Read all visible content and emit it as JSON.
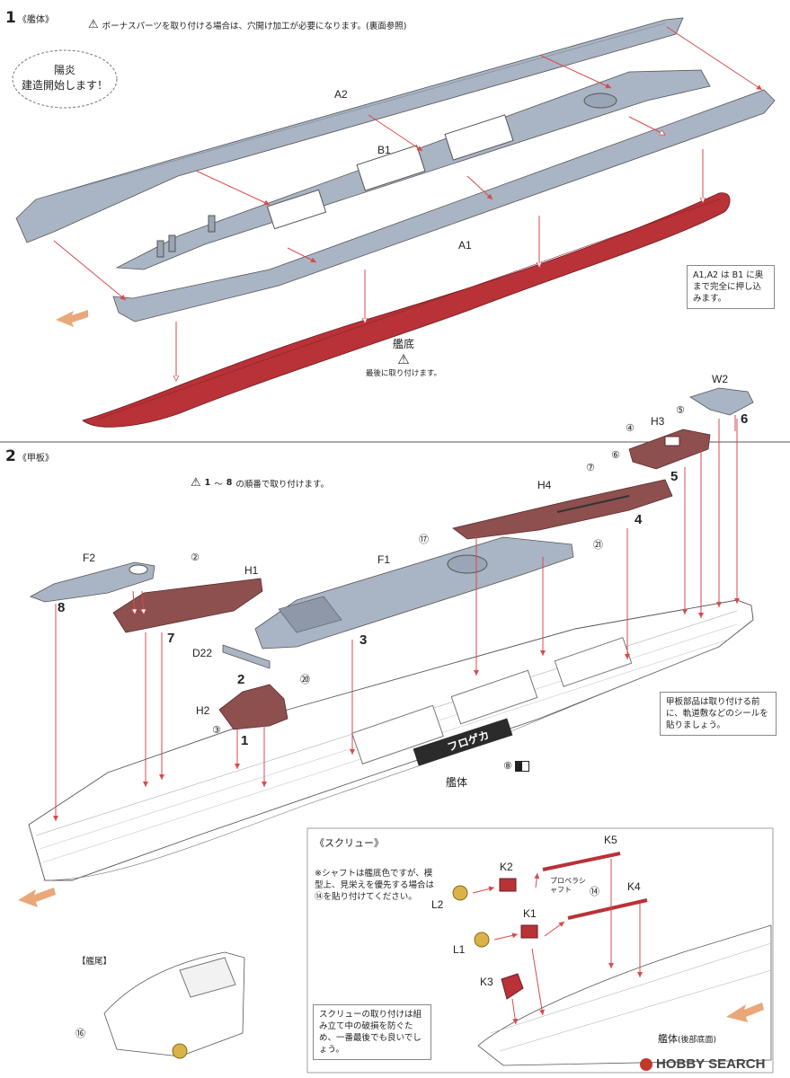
{
  "section1": {
    "number": "1",
    "title": "《艦体》",
    "warning": "ボーナスパーツを取り付ける場合は、穴開け加工が必要になります。(裏面参照)",
    "bubble_line1": "陽炎",
    "bubble_line2": "建造開始します！",
    "part_a2": "A2",
    "part_b1": "B1",
    "part_a1": "A1",
    "hull_bottom": "艦底",
    "hull_bottom_note": "最後に取り付けます。",
    "side_note": "A1,A2 は B1 に奥まで完全に押し込みます。",
    "part_w2": "W2",
    "step6": "6"
  },
  "section2": {
    "number": "2",
    "title": "《甲板》",
    "order_note_num1": "1",
    "order_note_sep": "～",
    "order_note_num2": "8",
    "order_note_text": "の順番で取り付けます。",
    "parts": {
      "h3": "H3",
      "h4": "H4",
      "f1": "F1",
      "f2": "F2",
      "h1": "H1",
      "h2": "H2",
      "d22": "D22"
    },
    "circled": {
      "c2": "②",
      "c3": "③",
      "c4": "④",
      "c5": "⑤",
      "c6": "⑥",
      "c7": "⑦",
      "c8": "⑧",
      "c17": "⑰",
      "c20": "⑳",
      "c21": "㉑"
    },
    "steps": [
      "1",
      "2",
      "3",
      "4",
      "5",
      "7",
      "8"
    ],
    "hull_label": "艦体",
    "hull_name_plate": "フロゲカ",
    "deck_note": "甲板部品は取り付ける前に、軌道敷などのシールを貼りましょう。",
    "stern_label": "【艦尾】",
    "stern_circled": "⑯"
  },
  "screw": {
    "title": "《スクリュー》",
    "note": "※シャフトは艦底色ですが、模型上、見栄えを優先する場合は⑭を貼り付けてください。",
    "k5": "K5",
    "k4": "K4",
    "k2": "K2",
    "k1": "K1",
    "k3": "K3",
    "l2": "L2",
    "l1": "L1",
    "propeller_shaft": "プロペラシャフト",
    "circled14": "⑭",
    "tip": "スクリューの取り付けは組み立て中の破損を防ぐため、一番最後でも良いでしょう。",
    "hull_caption": "艦体",
    "hull_caption_sub": "(後部底面)"
  },
  "watermark": "HOBBY SEARCH",
  "colors": {
    "gray_part": "#a9b4c4",
    "red_part": "#b83238",
    "brown_part": "#8e4f4f",
    "arrow_red": "#d94a4a",
    "arrow_orange": "#e9a77a"
  }
}
